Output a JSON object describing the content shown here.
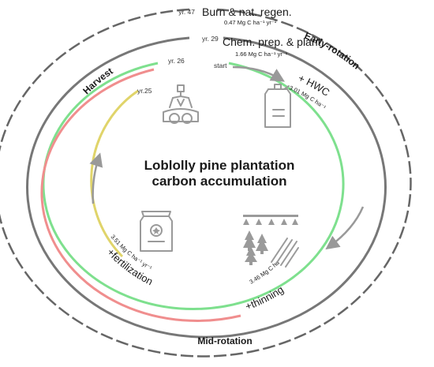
{
  "title_line1": "Loblolly pine plantation",
  "title_line2": "carbon accumulation",
  "phases": {
    "harvest": "Harvest",
    "early_rotation": "Early-rotation",
    "mid_rotation": "Mid-rotation"
  },
  "treatments": {
    "burn": {
      "label": "Burn & nat. regen.",
      "year": "yr. 47",
      "rate": "0.47 Mg C ha⁻¹ yr⁻¹"
    },
    "chem": {
      "label": "Chem. prep. & plant",
      "year": "yr. 29",
      "rate": "1.66 Mg C ha⁻¹ yr⁻¹",
      "start": "start"
    },
    "hwc": {
      "label": "+ HWC",
      "year": "yr. 26",
      "rate": "3.01 Mg C ha⁻¹ yr⁻¹"
    },
    "thinning": {
      "label": "+thinning",
      "rate": "3.46 Mg C ha⁻¹ yr⁻¹"
    },
    "fertilization": {
      "label": "+fertilization",
      "year": "yr.25",
      "rate": "3.51 Mg C ha⁻¹ yr⁻¹"
    }
  },
  "colors": {
    "burn_ring": "#666666",
    "chem_ring": "#777777",
    "hwc_ring": "#7ee08e",
    "thinning_ring": "#f08e8e",
    "fertilization_ring": "#e0d46a",
    "arrow": "#999999",
    "icon": "#9a9a9a"
  },
  "icons": [
    "harvester-icon",
    "herbicide-jug-icon",
    "forest-thinning-icon",
    "fertilizer-bag-icon"
  ]
}
